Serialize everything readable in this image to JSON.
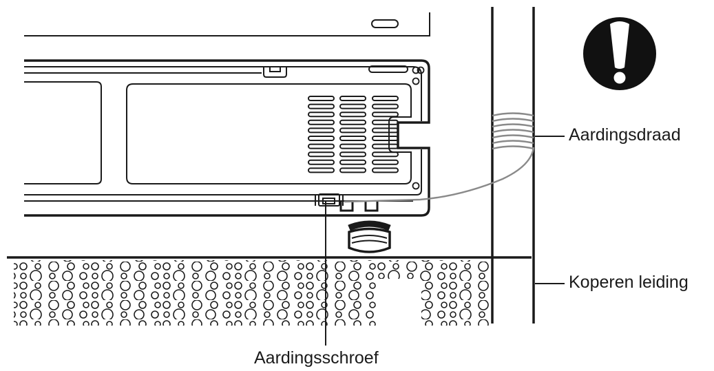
{
  "labels": {
    "ground_wire": "Aardingsdraad",
    "copper_pipe": "Koperen leiding",
    "ground_screw": "Aardingsschroef"
  },
  "icons": {
    "warning": "exclamation-warning-icon"
  },
  "colors": {
    "line": "#1a1a1a",
    "wire": "#8a8a8a",
    "background": "#ffffff"
  }
}
